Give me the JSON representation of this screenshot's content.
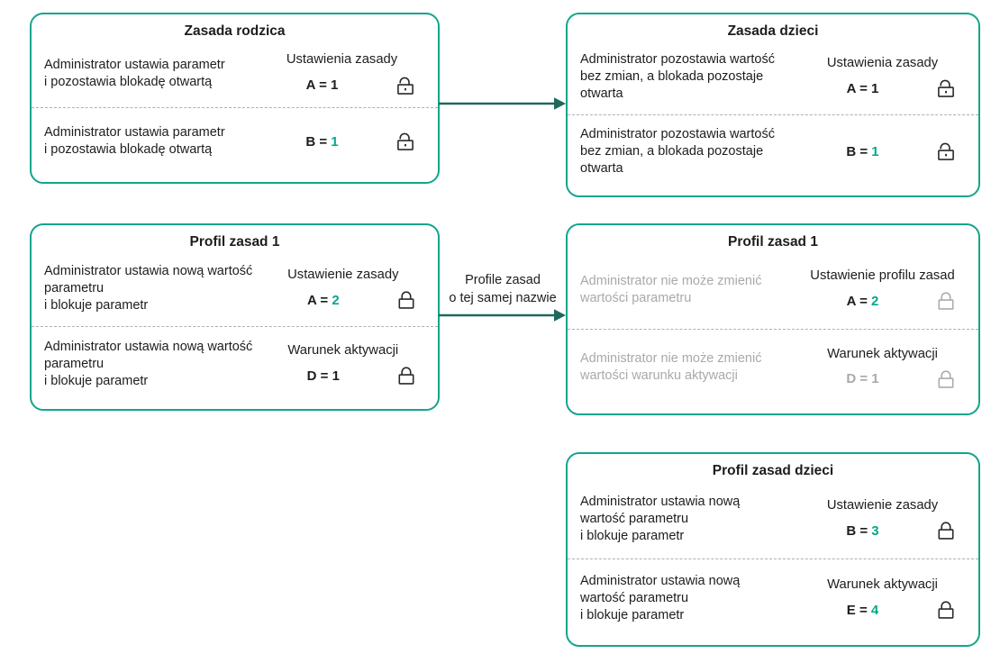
{
  "colors": {
    "border_teal": "#14a58c",
    "arrow_teal": "#1e685c",
    "accent_teal": "#00a88b",
    "text_dark": "#1d1d1b",
    "text_muted": "#a9a9a9",
    "lock_grey": "#ababab",
    "divider": "#b0b0b0"
  },
  "boxes": [
    {
      "id": "parent-policy",
      "title": "Zasada rodzica",
      "rows": [
        {
          "header": "Ustawienia zasady",
          "lines": [
            "Administrator ustawia parametr",
            "i pozostawia blokadę otwartą"
          ],
          "param": "A",
          "value": "1",
          "param_color": "dark",
          "value_color": "dark",
          "lock": "open",
          "lock_color": "dark",
          "muted": false
        },
        {
          "header": null,
          "lines": [
            "Administrator ustawia parametr",
            "i pozostawia blokadę otwartą"
          ],
          "param": "B",
          "value": "1",
          "param_color": "dark",
          "value_color": "teal",
          "lock": "open",
          "lock_color": "dark",
          "muted": false
        }
      ]
    },
    {
      "id": "child-policy",
      "title": "Zasada dzieci",
      "rows": [
        {
          "header": "Ustawienia zasady",
          "lines": [
            "Administrator pozostawia wartość",
            "bez zmian, a blokada pozostaje",
            "otwarta"
          ],
          "param": "A",
          "value": "1",
          "param_color": "dark",
          "value_color": "dark",
          "lock": "open",
          "lock_color": "dark",
          "muted": false
        },
        {
          "header": null,
          "lines": [
            "Administrator pozostawia wartość",
            "bez zmian, a blokada pozostaje",
            "otwarta"
          ],
          "param": "B",
          "value": "1",
          "param_color": "dark",
          "value_color": "teal",
          "lock": "open",
          "lock_color": "dark",
          "muted": false
        }
      ]
    },
    {
      "id": "policy-profile-1",
      "title": "Profil zasad 1",
      "rows": [
        {
          "header": "Ustawienie zasady",
          "lines": [
            "Administrator ustawia nową wartość",
            "parametru",
            " i blokuje parametr"
          ],
          "param": "A",
          "value": "2",
          "param_color": "dark",
          "value_color": "teal",
          "lock": "closed",
          "lock_color": "dark",
          "muted": false
        },
        {
          "header": "Warunek aktywacji",
          "lines": [
            "Administrator ustawia nową wartość",
            "parametru",
            " i blokuje parametr"
          ],
          "param": "D",
          "value": "1",
          "param_color": "dark",
          "value_color": "dark",
          "lock": "closed",
          "lock_color": "dark",
          "muted": false
        }
      ]
    },
    {
      "id": "policy-profile-1-inherited",
      "title": "Profil zasad 1",
      "rows": [
        {
          "header": "Ustawienie profilu zasad",
          "lines": [
            "Administrator nie może zmienić",
            "wartości parametru"
          ],
          "param": "A",
          "value": "2",
          "param_color": "dark",
          "value_color": "teal",
          "lock": "closed",
          "lock_color": "grey",
          "muted": true
        },
        {
          "header": "Warunek aktywacji",
          "lines": [
            "Administrator nie może zmienić",
            "wartości warunku aktywacji"
          ],
          "param": "D",
          "value": "1",
          "param_color": "grey",
          "value_color": "grey",
          "lock": "closed",
          "lock_color": "grey",
          "muted": true
        }
      ]
    },
    {
      "id": "child-policy-profile",
      "title": "Profil zasad dzieci",
      "rows": [
        {
          "header": "Ustawienie zasady",
          "lines": [
            "Administrator ustawia nową",
            "wartość parametru",
            " i blokuje parametr"
          ],
          "param": "B",
          "value": "3",
          "param_color": "dark",
          "value_color": "teal",
          "lock": "closed",
          "lock_color": "dark",
          "muted": false
        },
        {
          "header": "Warunek aktywacji",
          "lines": [
            "Administrator ustawia nową",
            "wartość parametru",
            " i blokuje parametr"
          ],
          "param": "E",
          "value": "4",
          "param_color": "dark",
          "value_color": "teal",
          "lock": "closed",
          "lock_color": "dark",
          "muted": false
        }
      ]
    }
  ],
  "arrows": {
    "parent_to_child": {
      "label_lines": []
    },
    "profiles": {
      "label_lines": [
        "Profile zasad",
        "o tej samej nazwie"
      ]
    }
  }
}
